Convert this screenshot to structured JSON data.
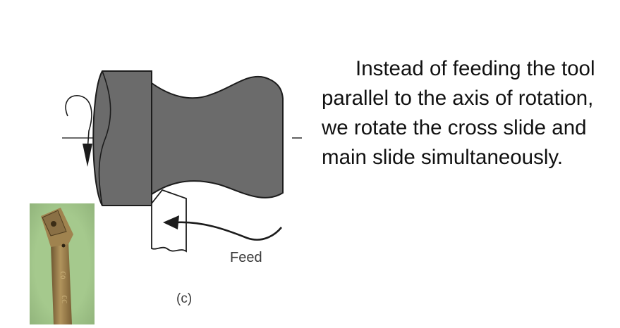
{
  "figure": {
    "feed_label": "Feed",
    "panel_label": "(c)",
    "colors": {
      "workpiece_fill": "#6b6b6b",
      "outline": "#1c1c1c",
      "photo_background": "#a5c98d",
      "tool_bronze": "#a0834f"
    },
    "icons": [
      "rotation-arrow-icon",
      "feed-arrow-icon"
    ]
  },
  "description": {
    "text": "Instead of feeding the tool parallel to the axis of rotation, we rotate the cross slide and main slide simultaneously."
  }
}
